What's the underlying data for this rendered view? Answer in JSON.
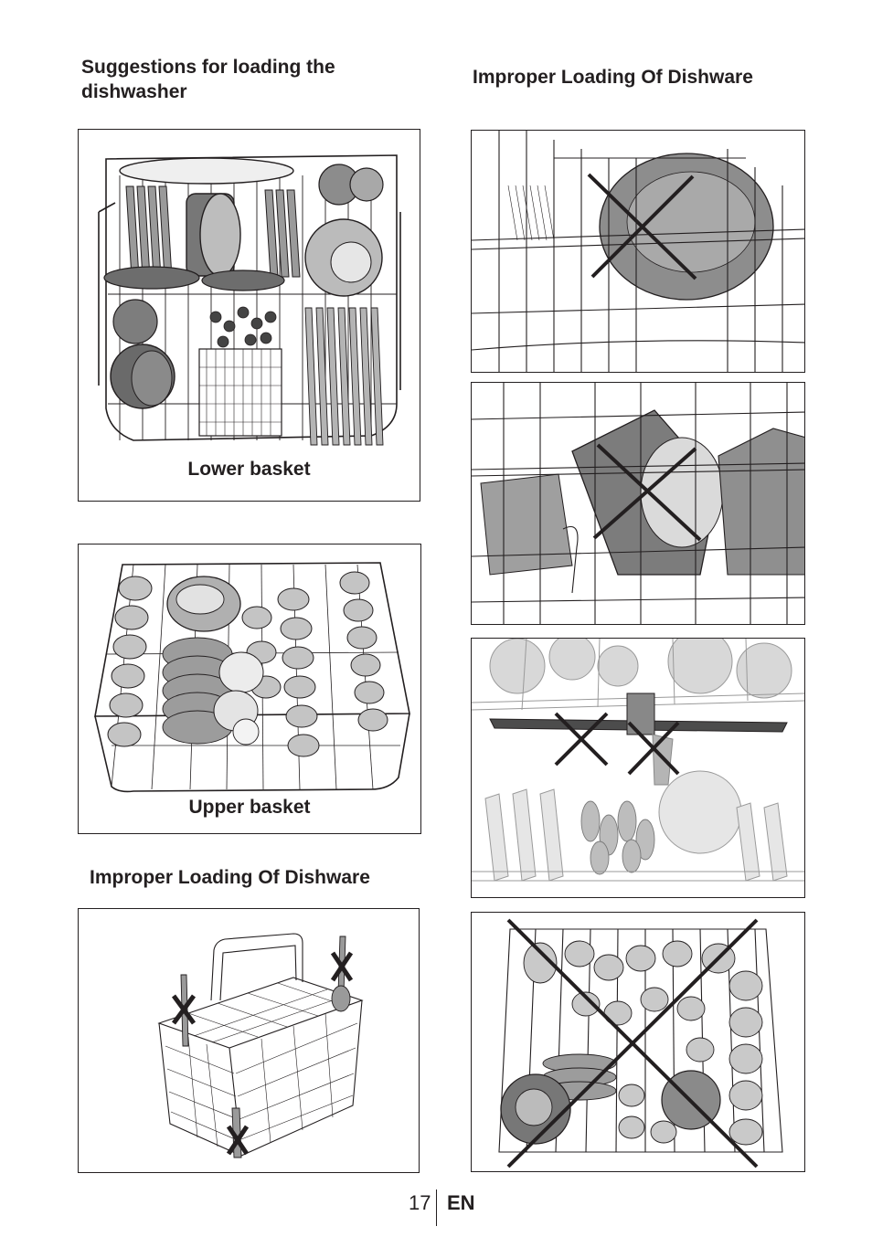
{
  "headings": {
    "suggestions": "Suggestions for loading the dishwasher",
    "improper_right": "Improper Loading Of Dishware",
    "improper_left": "Improper Loading Of Dishware"
  },
  "captions": {
    "lower_basket": "Lower basket",
    "upper_basket": "Upper basket"
  },
  "footer": {
    "page_number": "17",
    "language": "EN"
  }
}
